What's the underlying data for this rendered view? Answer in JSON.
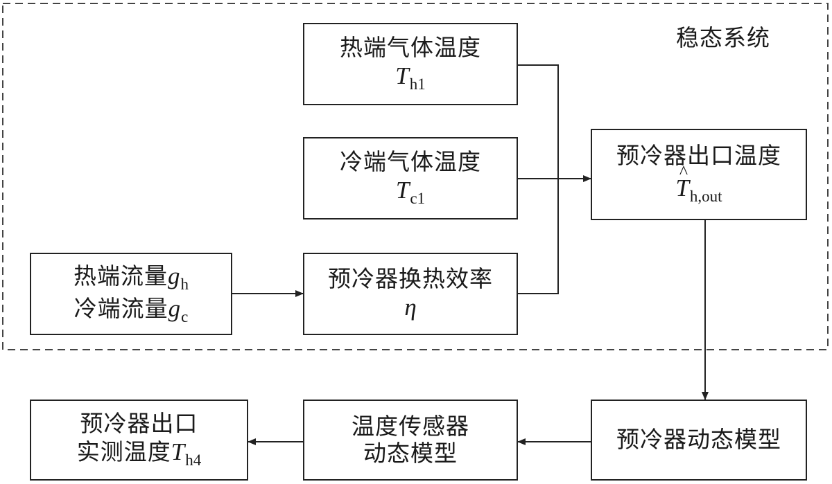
{
  "system_label": "稳态系统",
  "boxes": {
    "hot_temp": {
      "label": "热端气体温度",
      "symbol": "T",
      "subscript": "h1"
    },
    "cold_temp": {
      "label": "冷端气体温度",
      "symbol": "T",
      "subscript": "c1"
    },
    "flow": {
      "line1_label": "热端流量",
      "line1_symbol": "g",
      "line1_subscript": "h",
      "line2_label": "冷端流量",
      "line2_symbol": "g",
      "line2_subscript": "c"
    },
    "efficiency": {
      "label": "预冷器换热效率",
      "symbol": "η"
    },
    "outlet_est": {
      "label": "预冷器出口温度",
      "symbol": "T",
      "subscript": "h,out",
      "accent": "^"
    },
    "dynamic_model": {
      "label": "预冷器动态模型"
    },
    "sensor_model": {
      "line1": "温度传感器",
      "line2": "动态模型"
    },
    "outlet_meas": {
      "line1": "预冷器出口",
      "line2_label": "实测温度",
      "line2_symbol": "T",
      "line2_subscript": "h4"
    }
  }
}
